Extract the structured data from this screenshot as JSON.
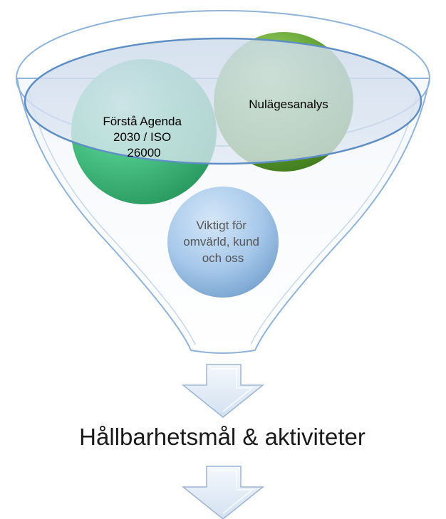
{
  "funnel": {
    "circles": [
      {
        "id": "agenda",
        "lines": [
          "Förstå Agenda",
          "2030 / ISO",
          "26000"
        ]
      },
      {
        "id": "nulage",
        "lines": [
          "Nulägesanalys"
        ]
      },
      {
        "id": "viktigt",
        "lines": [
          "Viktigt för",
          "omvärld, kund",
          "och oss"
        ]
      }
    ]
  },
  "result": {
    "label": "Hållbarhetsmål & aktiviteter"
  },
  "colors": {
    "funnel_stroke": "#8fb3d9",
    "funnel_fill": "#eef3f8",
    "green_light": "#4fc88a",
    "green_dark": "#66a836",
    "blue": "#9dc2e6",
    "arrow_fill": "#e2ebf5",
    "arrow_stroke": "#9db5d3"
  }
}
